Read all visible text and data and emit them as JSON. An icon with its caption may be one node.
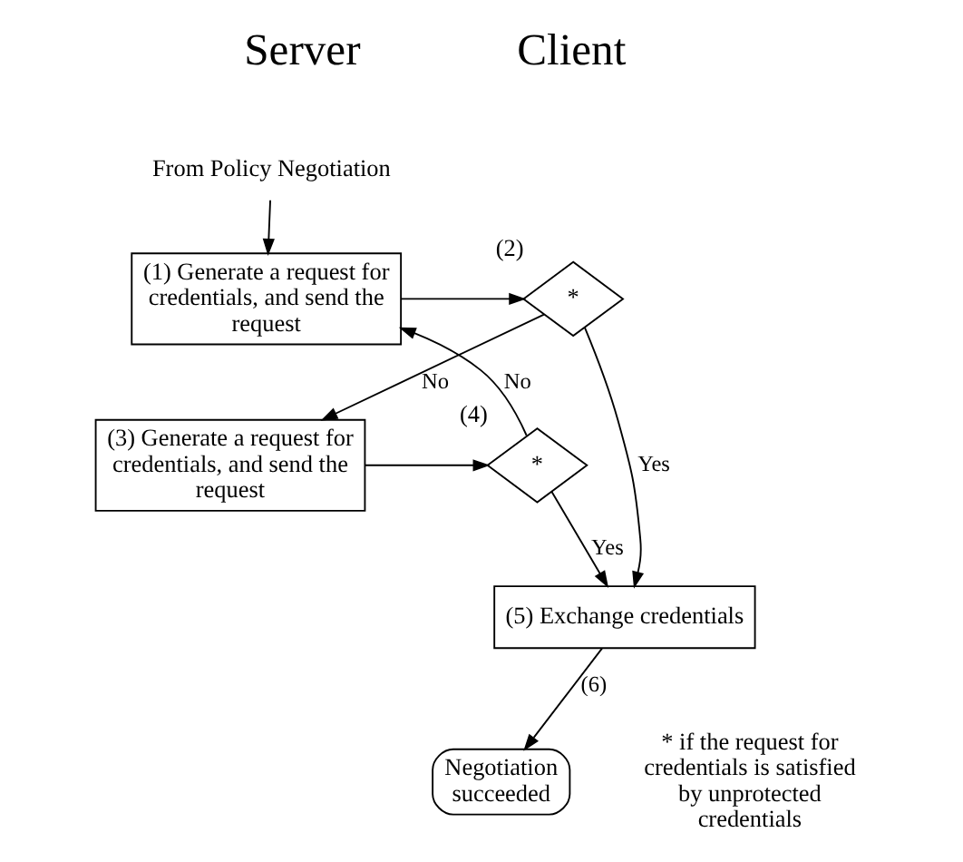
{
  "diagram": {
    "nodes": [
      {
        "text": [
          "From Policy Negotiation"
        ]
      },
      {
        "text": [
          "(1) Generate a request for credentials, and send the request"
        ]
      },
      {
        "text": [
          "*"
        ],
        "beside": [
          "(2)"
        ]
      },
      {
        "text": [
          "(3) Generate a request for credentials, and send the request"
        ]
      },
      {
        "text": [
          "*"
        ],
        "beside": [
          "(4)"
        ]
      },
      {
        "text": [
          "(5) Exchange credentials"
        ]
      },
      {
        "text": [
          "Negotiation succeeded"
        ]
      }
    ],
    "edges": [
      {
        "from": 0,
        "to": 1,
        "arrow": "to"
      },
      {
        "from": 1,
        "to": 2,
        "arrow": "to"
      },
      {
        "from": 2,
        "to": 3,
        "arrow": "to",
        "label": "No"
      },
      {
        "from": 2,
        "to": 5,
        "arrow": "to",
        "label": "Yes"
      },
      {
        "from": 3,
        "to": 4,
        "arrow": "to"
      },
      {
        "from": 4,
        "to": 1,
        "arrow": "to",
        "label": "No"
      },
      {
        "from": 4,
        "to": 5,
        "arrow": "to",
        "label": "Yes"
      },
      {
        "from": 5,
        "to": 6,
        "arrow": "to",
        "label": "(6)"
      }
    ],
    "labels": [
      "Server",
      "Client",
      "* if the request for credentials is satisfied by unprotected credentials"
    ]
  }
}
